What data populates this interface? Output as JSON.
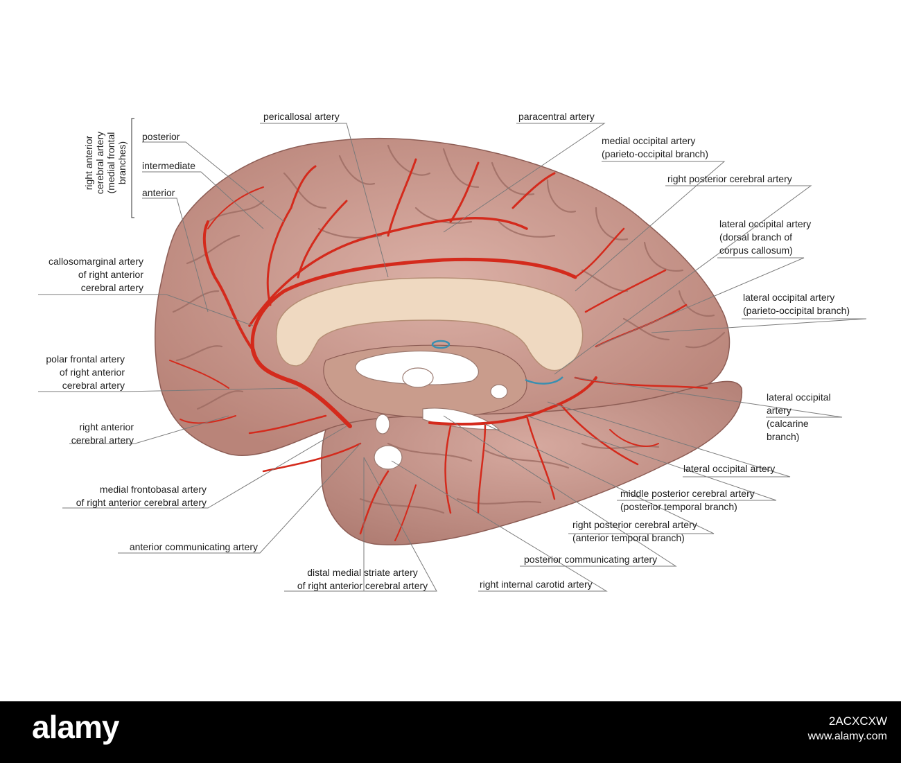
{
  "group_label": [
    "right anterior",
    "cerebral artery",
    "(medial frontal",
    "branches)"
  ],
  "labels": {
    "posterior": [
      "posterior"
    ],
    "intermediate": [
      "intermediate"
    ],
    "anterior": [
      "anterior"
    ],
    "pericallosal": [
      "pericallosal artery"
    ],
    "paracentral": [
      "paracentral artery"
    ],
    "medial_occipital": [
      "medial occipital artery",
      "(parieto-occipital branch)"
    ],
    "right_posterior_cerebral": [
      "right posterior cerebral artery"
    ],
    "lateral_occipital_dorsal": [
      "lateral occipital artery",
      "(dorsal branch of",
      "corpus callosum)"
    ],
    "callosomarginal": [
      "callosomarginal artery",
      "of right anterior",
      "cerebral artery"
    ],
    "lateral_occipital_parieto": [
      "lateral occipital artery",
      "(parieto-occipital branch)"
    ],
    "polar_frontal": [
      "polar frontal artery",
      "of right anterior",
      "cerebral artery"
    ],
    "lateral_occipital_calcarine": [
      "lateral occipital",
      "artery",
      "(calcarine",
      "branch)"
    ],
    "right_anterior_cerebral": [
      "right anterior",
      "cerebral artery"
    ],
    "lateral_occipital": [
      "lateral occipital artery"
    ],
    "medial_frontobasal": [
      "medial frontobasal artery",
      "of right anterior cerebral artery"
    ],
    "middle_posterior_cerebral": [
      "middle posterior cerebral artery",
      "(posterior temporal branch)"
    ],
    "right_posterior_cerebral_temporal": [
      "right posterior cerebral artery",
      "(anterior temporal branch)"
    ],
    "anterior_communicating": [
      "anterior communicating artery"
    ],
    "posterior_communicating": [
      "posterior communicating artery"
    ],
    "distal_medial_striate": [
      "distal medial striate artery",
      "of right anterior cerebral artery"
    ],
    "right_internal_carotid": [
      "right internal carotid artery"
    ]
  },
  "footer": {
    "logo": "alamy",
    "image_id": "2ACXCXW",
    "site": "www.alamy.com"
  },
  "colors": {
    "brain": "#cf9a8f",
    "artery": "#d42a1c",
    "callosum": "#f0dcc4",
    "footer": "#000000"
  }
}
